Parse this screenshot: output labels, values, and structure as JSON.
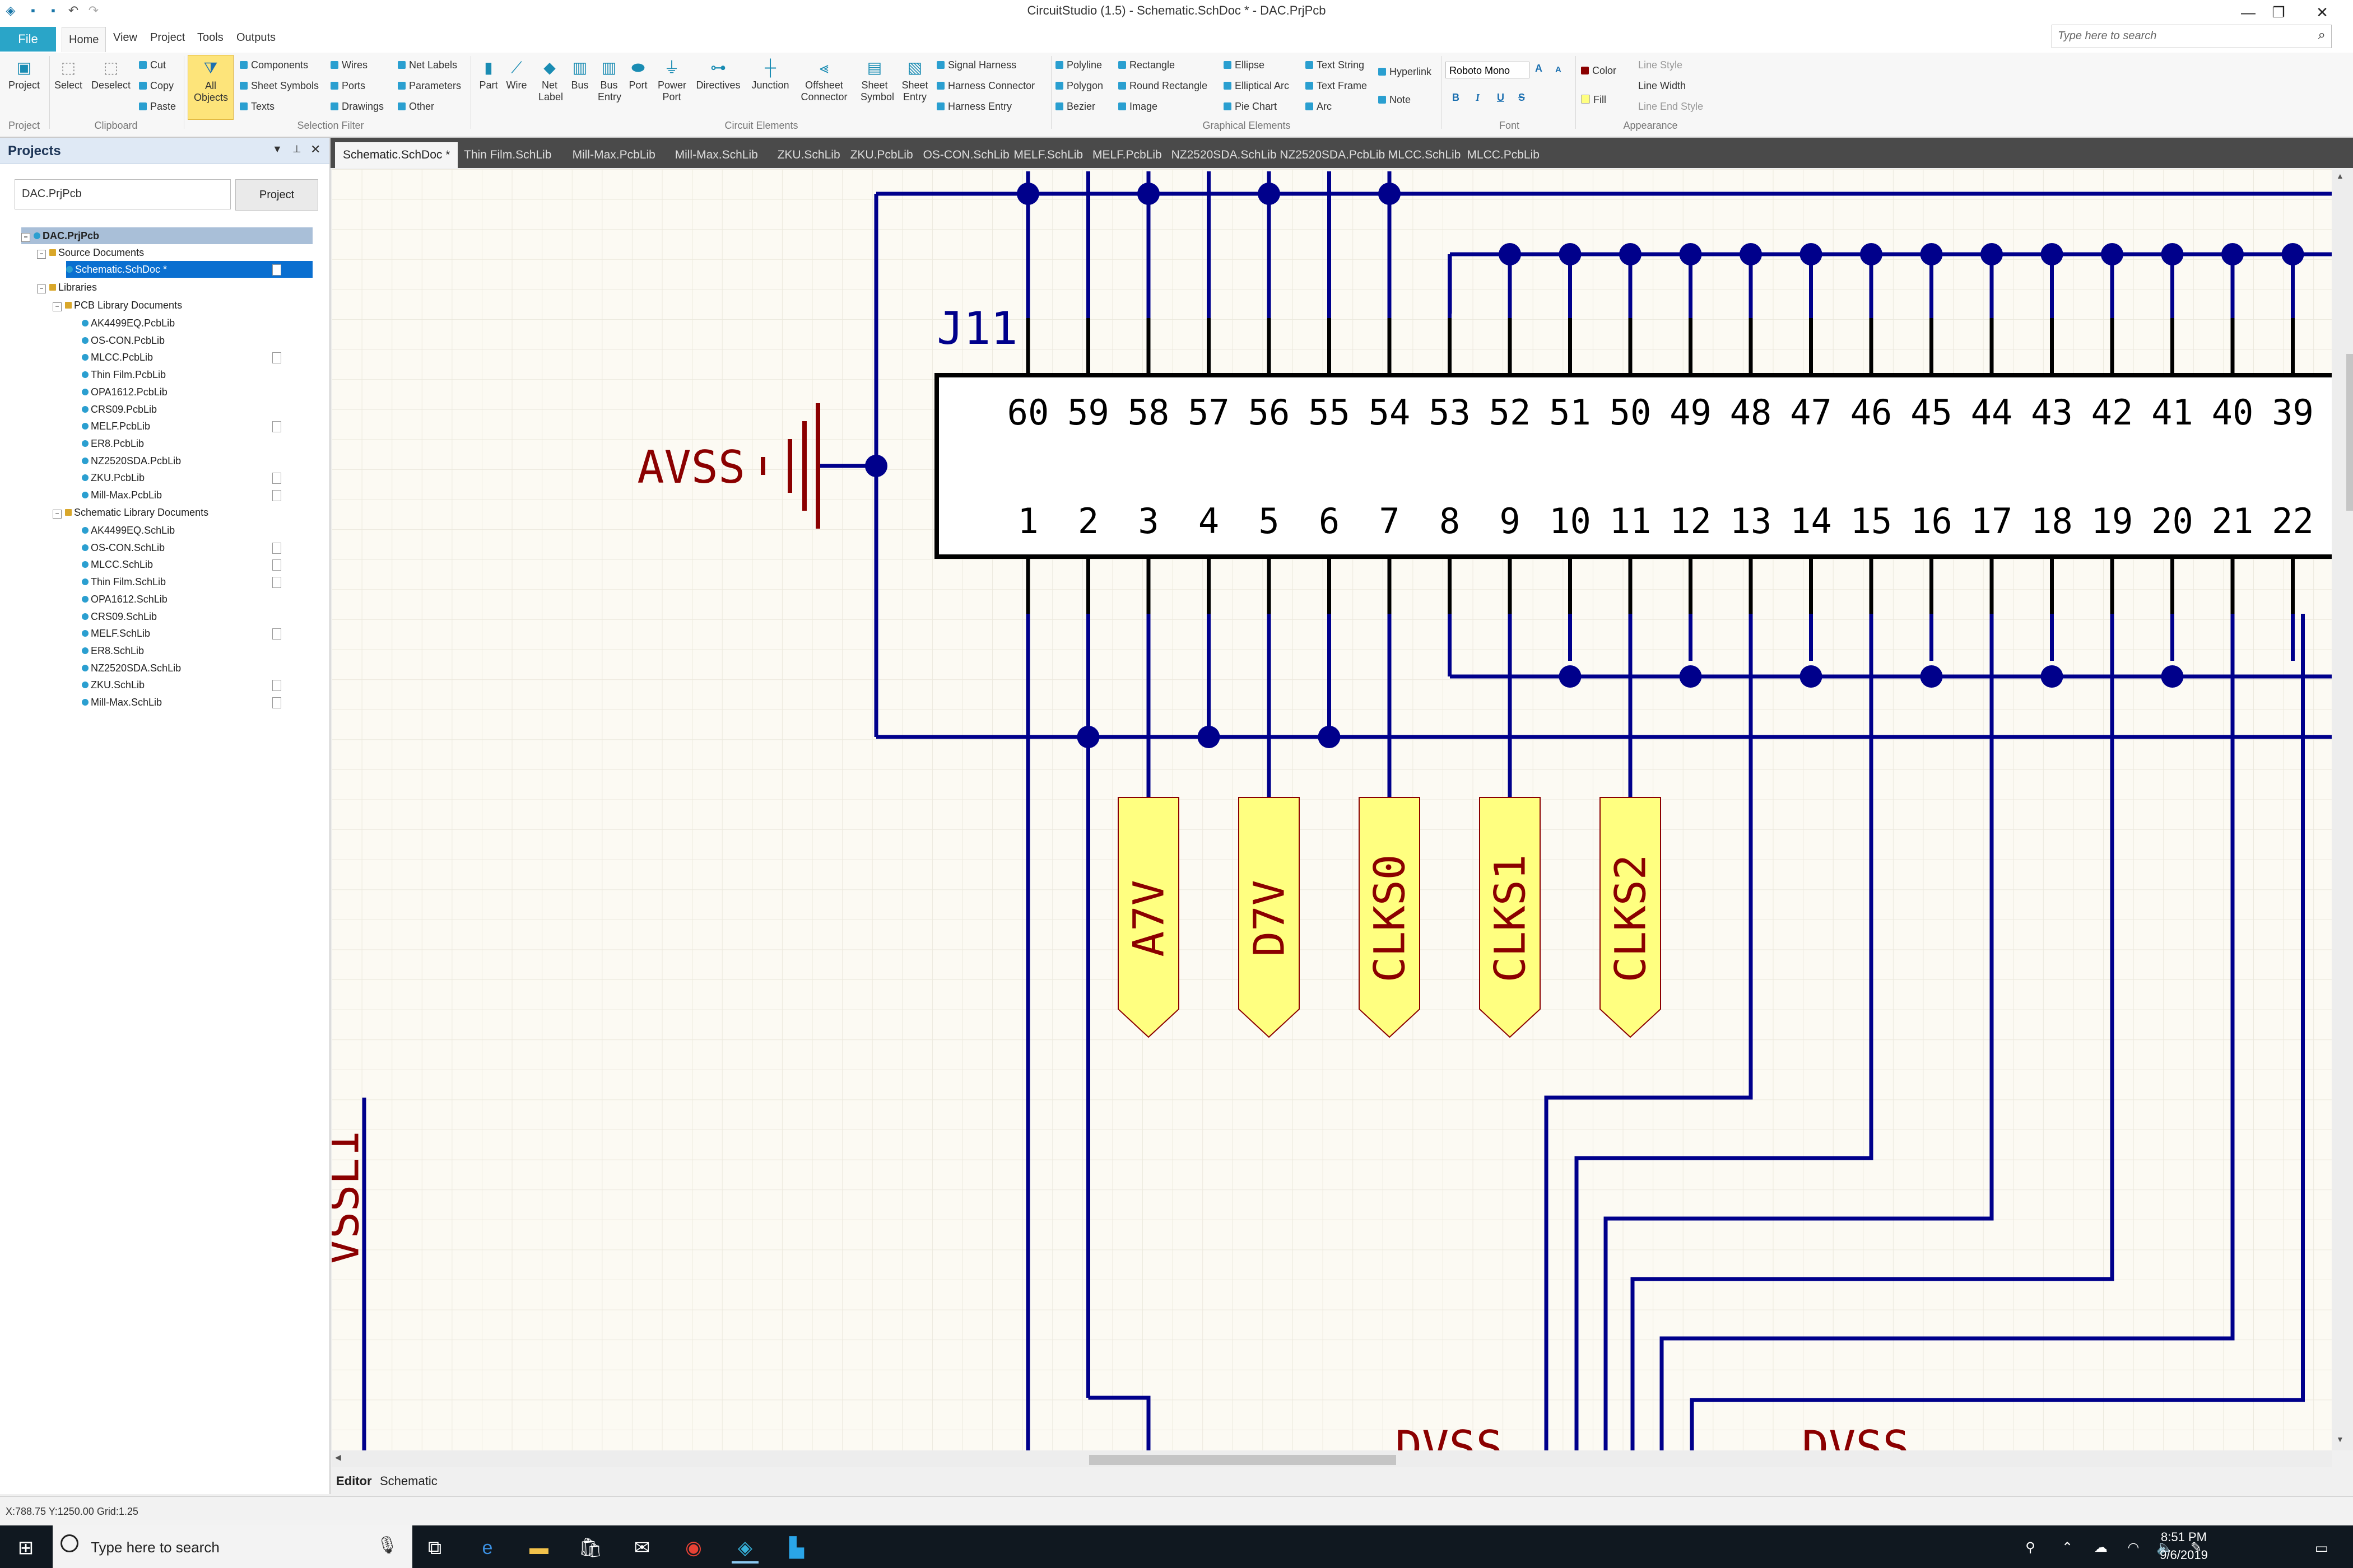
{
  "window": {
    "title": "CircuitStudio (1.5) - Schematic.SchDoc * - DAC.PrjPcb",
    "quick_access": [
      "app-logo-icon",
      "save-icon",
      "save-all-icon",
      "undo-icon",
      "redo-icon"
    ],
    "controls": {
      "minimize": "—",
      "restore": "❐",
      "close": "✕"
    }
  },
  "menu": {
    "file": "File",
    "items": [
      "Home",
      "View",
      "Project",
      "Tools",
      "Outputs"
    ],
    "active": "Home",
    "search_placeholder": "Type here to search"
  },
  "ribbon": {
    "project": {
      "label": "Project",
      "group": "Project"
    },
    "clipboard": {
      "select": "Select",
      "deselect": "Deselect",
      "cut": "Cut",
      "copy": "Copy",
      "paste": "Paste",
      "group": "Clipboard"
    },
    "selection_filter": {
      "all_objects": "All Objects",
      "col1": [
        "Components",
        "Sheet Symbols",
        "Texts"
      ],
      "col2": [
        "Wires",
        "Ports",
        "Drawings"
      ],
      "col3": [
        "Net Labels",
        "Parameters",
        "Other"
      ],
      "group": "Selection Filter"
    },
    "circuit_elements": {
      "buttons": [
        "Part",
        "Wire",
        "Net Label",
        "Bus",
        "Bus Entry",
        "Port",
        "Power Port",
        "Directives",
        "Junction",
        "Offsheet Connector",
        "Sheet Symbol",
        "Sheet Entry"
      ],
      "harness": [
        "Signal Harness",
        "Harness Connector",
        "Harness Entry"
      ],
      "group": "Circuit Elements"
    },
    "graphical_elements": {
      "col1": [
        "Polyline",
        "Polygon",
        "Bezier"
      ],
      "col2": [
        "Rectangle",
        "Round Rectangle",
        "Image"
      ],
      "col3": [
        "Ellipse",
        "Elliptical Arc",
        "Pie Chart"
      ],
      "col4": [
        "Text String",
        "Text Frame",
        "Arc"
      ],
      "col5": [
        "Hyperlink",
        "Note"
      ],
      "group": "Graphical Elements"
    },
    "font": {
      "name": "Roboto Mono",
      "bold": "B",
      "italic": "I",
      "underline": "U",
      "strike": "S",
      "group": "Font"
    },
    "appearance": {
      "color": "Color",
      "fill": "Fill",
      "line_style": "Line Style",
      "line_width": "Line Width",
      "line_end_style": "Line End Style",
      "group": "Appearance"
    }
  },
  "projects_panel": {
    "title": "Projects",
    "input_value": "DAC.PrjPcb",
    "button": "Project",
    "tree": {
      "root": "DAC.PrjPcb",
      "source_folder": "Source Documents",
      "source_doc": "Schematic.SchDoc *",
      "libraries": "Libraries",
      "pcb_folder": "PCB Library Documents",
      "pcb_docs": [
        "AK4499EQ.PcbLib",
        "OS-CON.PcbLib",
        "MLCC.PcbLib",
        "Thin Film.PcbLib",
        "OPA1612.PcbLib",
        "CRS09.PcbLib",
        "MELF.PcbLib",
        "ER8.PcbLib",
        "NZ2520SDA.PcbLib",
        "ZKU.PcbLib",
        "Mill-Max.PcbLib"
      ],
      "sch_folder": "Schematic Library Documents",
      "sch_docs": [
        "AK4499EQ.SchLib",
        "OS-CON.SchLib",
        "MLCC.SchLib",
        "Thin Film.SchLib",
        "OPA1612.SchLib",
        "CRS09.SchLib",
        "MELF.SchLib",
        "ER8.SchLib",
        "NZ2520SDA.SchLib",
        "ZKU.SchLib",
        "Mill-Max.SchLib"
      ]
    }
  },
  "doc_tabs": [
    "Schematic.SchDoc *",
    "Thin Film.SchLib",
    "Mill-Max.PcbLib",
    "Mill-Max.SchLib",
    "ZKU.SchLib",
    "ZKU.PcbLib",
    "OS-CON.SchLib",
    "MELF.SchLib",
    "MELF.PcbLib",
    "NZ2520SDA.SchLib",
    "NZ2520SDA.PcbLib",
    "MLCC.SchLib",
    "MLCC.PcbLib"
  ],
  "schematic": {
    "designator": "J11",
    "power_label": "AVSS",
    "top_pins": [
      "60",
      "59",
      "58",
      "57",
      "56",
      "55",
      "54",
      "53",
      "52",
      "51",
      "50",
      "49",
      "48",
      "47",
      "46",
      "45",
      "44",
      "43",
      "42",
      "41",
      "40",
      "39"
    ],
    "bottom_pins": [
      "1",
      "2",
      "3",
      "4",
      "5",
      "6",
      "7",
      "8",
      "9",
      "10",
      "11",
      "12",
      "13",
      "14",
      "15",
      "16",
      "17",
      "18",
      "19",
      "20",
      "21",
      "22"
    ],
    "ports": [
      "A7V",
      "D7V",
      "CLKS0",
      "CLKS1",
      "CLKS2"
    ],
    "left_label": "VSSL1",
    "bottom_labels": [
      "DVSS",
      "DVSS"
    ],
    "colors": {
      "wire": "#00008b",
      "label": "#8b0000",
      "port_fill": "#ffff80",
      "port_border": "#8b0000"
    }
  },
  "editor_tabs": {
    "editor": "Editor",
    "schematic": "Schematic"
  },
  "status": {
    "coords": "X:788.75 Y:1250.00   Grid:1.25"
  },
  "taskbar": {
    "search_placeholder": "Type here to search",
    "time": "8:51 PM",
    "date": "9/6/2019"
  }
}
